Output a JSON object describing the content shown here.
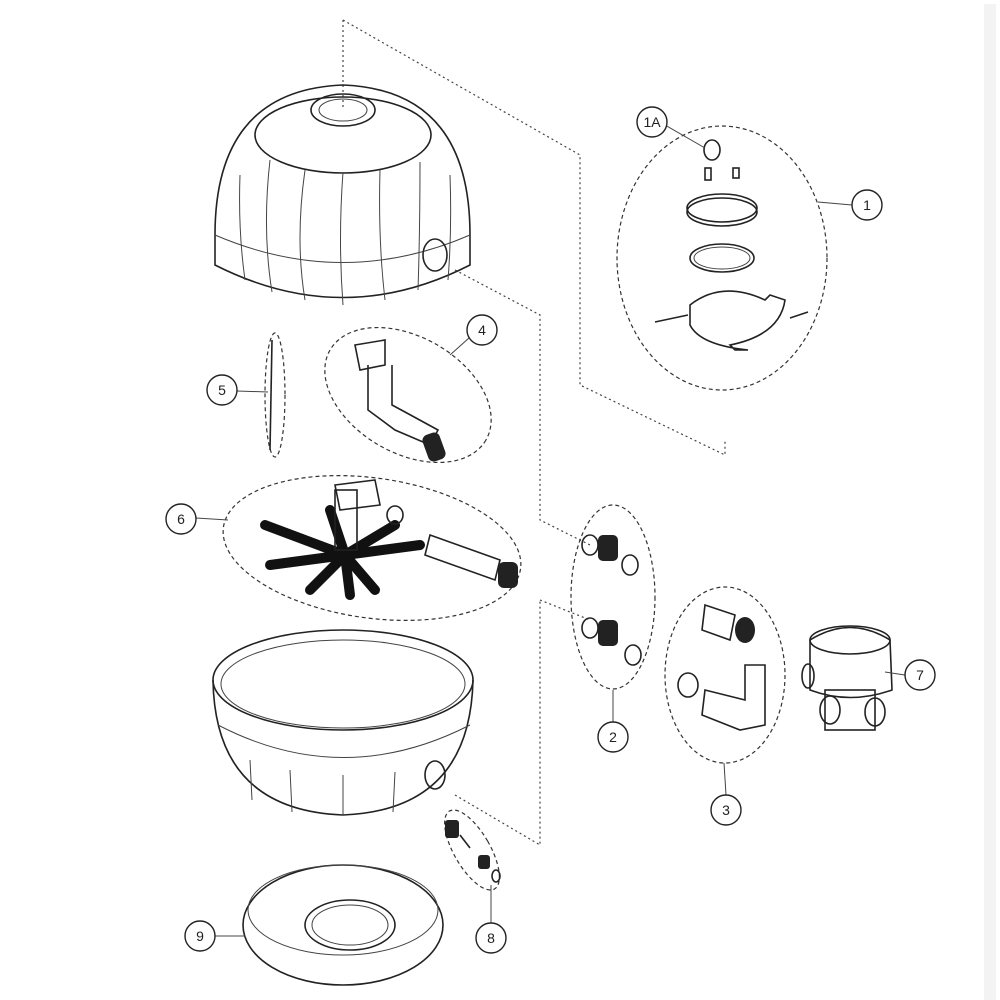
{
  "title": "Sand filter exploded parts diagram",
  "callouts": [
    {
      "id": "1A",
      "label": "1A"
    },
    {
      "id": "1",
      "label": "1"
    },
    {
      "id": "2",
      "label": "2"
    },
    {
      "id": "3",
      "label": "3"
    },
    {
      "id": "4",
      "label": "4"
    },
    {
      "id": "5",
      "label": "5"
    },
    {
      "id": "6",
      "label": "6"
    },
    {
      "id": "7",
      "label": "7"
    },
    {
      "id": "8",
      "label": "8"
    },
    {
      "id": "9",
      "label": "9"
    }
  ]
}
